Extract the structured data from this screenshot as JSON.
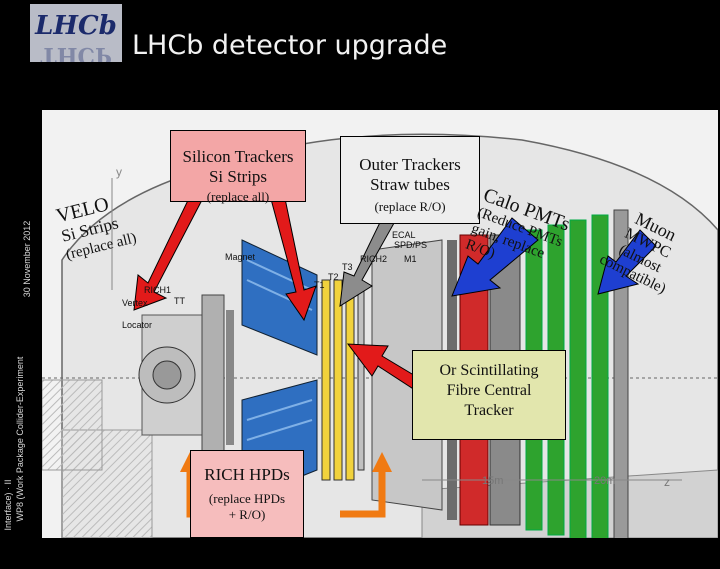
{
  "header": {
    "logo_text_top": "LHCb",
    "logo_text_bottom": "THCP",
    "title": "LHCb detector upgrade"
  },
  "sidebar": {
    "footer_line1": "WP8 (Work Package Collider-Experiment",
    "footer_line2": "Interface) · II",
    "date": "30 November 2012"
  },
  "callouts": {
    "silicon": {
      "title_line1": "Silicon Trackers",
      "title_line2": "Si Strips",
      "note": "(replace all)",
      "color": "#f3a6a6"
    },
    "outer": {
      "title_line1": "Outer Trackers",
      "title_line2": "Straw tubes",
      "note": "(replace R/O)",
      "color": "#eeeeee"
    },
    "scifi": {
      "line1": "Or Scintillating",
      "line2": "Fibre Central",
      "line3": "Tracker",
      "color": "#e2e6ad"
    },
    "rich": {
      "title": "RICH HPDs",
      "note_line1": "(replace HPDs",
      "note_line2": "+ R/O)",
      "color": "#f6bdbd"
    }
  },
  "rotated": {
    "velo": {
      "line1": "VELO",
      "line2": "Si Strips",
      "line3": "(replace all)"
    },
    "calo": {
      "line1": "Calo PMTs",
      "line2": "(Reduce PMTs",
      "line3": "gain, replace",
      "line4": "R/O)"
    },
    "muon": {
      "line1": "Muon",
      "line2": "MWPC",
      "line3": "(almost",
      "line4": "compatible)"
    }
  },
  "detector_labels": {
    "y_axis": "y",
    "magnet": "Magnet",
    "rich1": "RICH1",
    "tt": "TT",
    "t1": "T1",
    "t2": "T2",
    "t3": "T3",
    "rich2": "RICH2",
    "m1": "M1",
    "ecal": "ECAL",
    "spd": "SPD/PS",
    "vertex": "Vertex",
    "locator": "Locator",
    "scale_15": "15m",
    "scale_20": "20m",
    "z_axis": "z"
  },
  "colors": {
    "arrow_red": "#e21a1a",
    "arrow_grey": "#8c8c8c",
    "arrow_blue": "#1e3fd1",
    "arrow_orange": "#f07a12",
    "muon_green": "#2ea32e",
    "calo_red": "#d02a2a",
    "magnet_blue": "#2f6fc1"
  }
}
